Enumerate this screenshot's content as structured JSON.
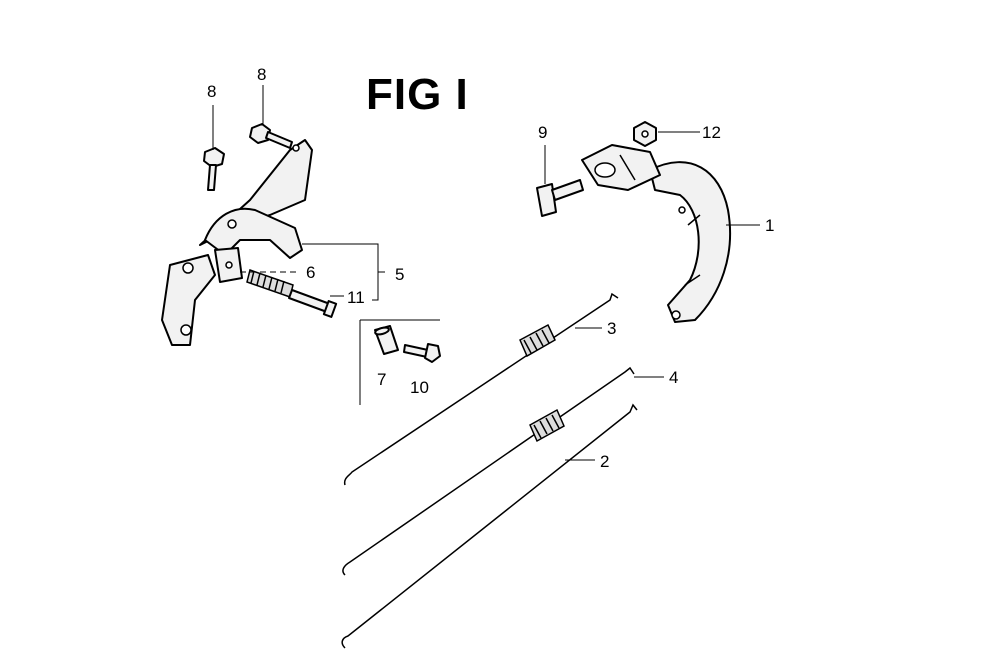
{
  "figure": {
    "title": "FIG I"
  },
  "callouts": {
    "c1": "1",
    "c2": "2",
    "c3": "3",
    "c4": "4",
    "c5": "5",
    "c6": "6",
    "c7": "7",
    "c8a": "8",
    "c8b": "8",
    "c9": "9",
    "c10": "10",
    "c11": "11",
    "c12": "12"
  }
}
